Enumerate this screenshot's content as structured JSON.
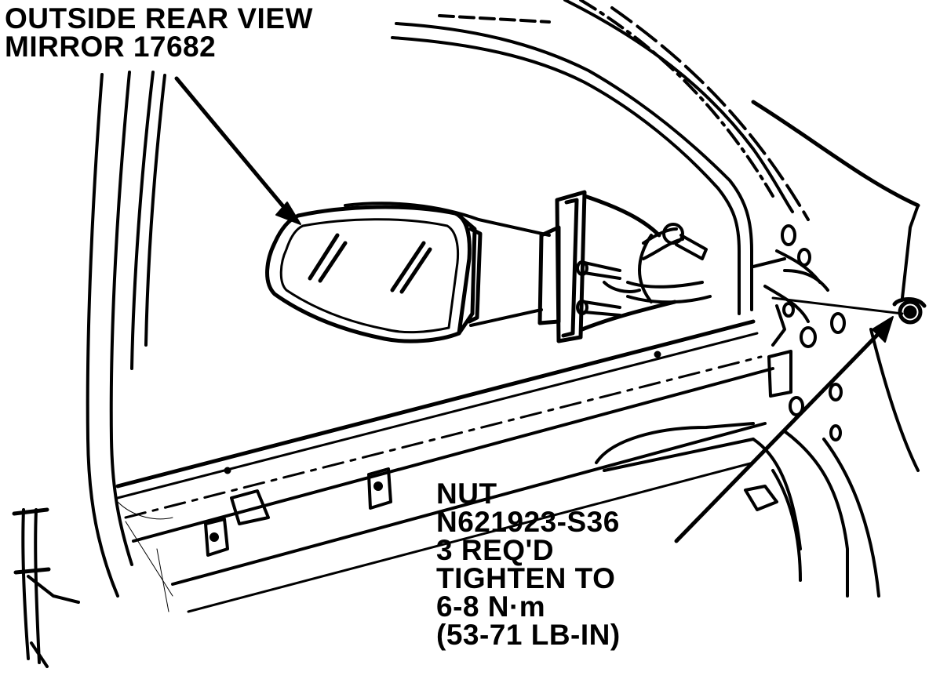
{
  "callouts": {
    "mirror": {
      "line1": "OUTSIDE REAR VIEW",
      "line2": "MIRROR 17682"
    },
    "nut": {
      "line1": "NUT",
      "line2": "N621923-S36",
      "line3": "3 REQ'D",
      "line4": "TIGHTEN TO",
      "line5": "6-8 N·m",
      "line6": "(53-71 LB-IN)"
    }
  },
  "colors": {
    "ink": "#000000",
    "paper": "#ffffff"
  }
}
